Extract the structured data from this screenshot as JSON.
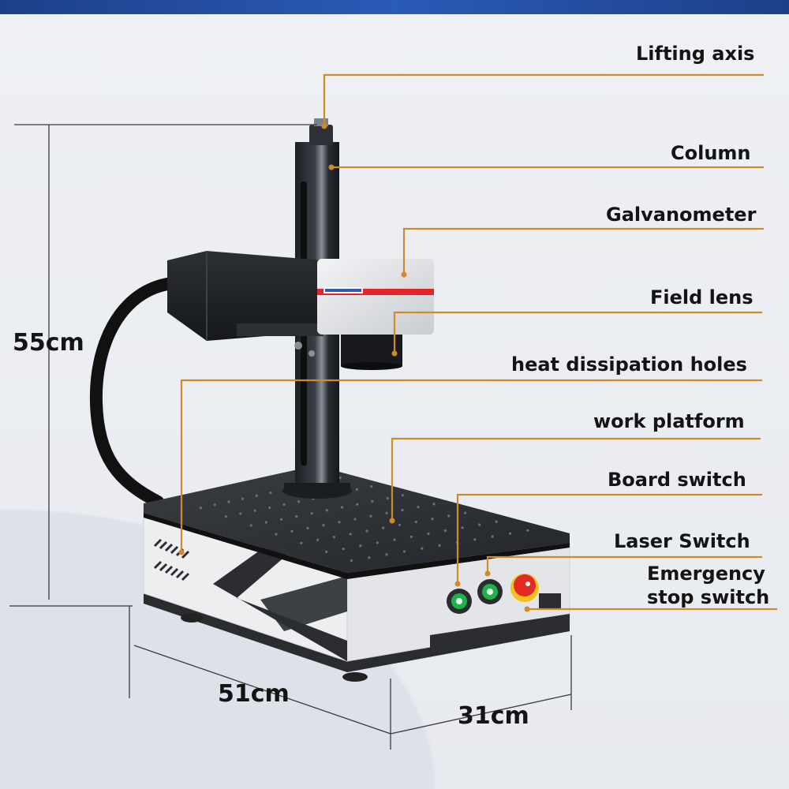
{
  "callouts": {
    "lifting_axis": "Lifting axis",
    "column": "Column",
    "galvanometer": "Galvanometer",
    "field_lens": "Field lens",
    "heat_holes": "heat dissipation holes",
    "work_platform": "work platform",
    "board_switch": "Board switch",
    "laser_switch": "Laser Switch",
    "emergency_line1": "Emergency",
    "emergency_line2": "stop switch"
  },
  "dimensions": {
    "height": "55cm",
    "length": "51cm",
    "width": "31cm"
  },
  "colors": {
    "leader": "#d08a2a",
    "dimension_line": "#3a3a3a",
    "red_stripe": "#e0252b",
    "switch_green": "#1bb34a",
    "stop_red": "#e02a22"
  }
}
